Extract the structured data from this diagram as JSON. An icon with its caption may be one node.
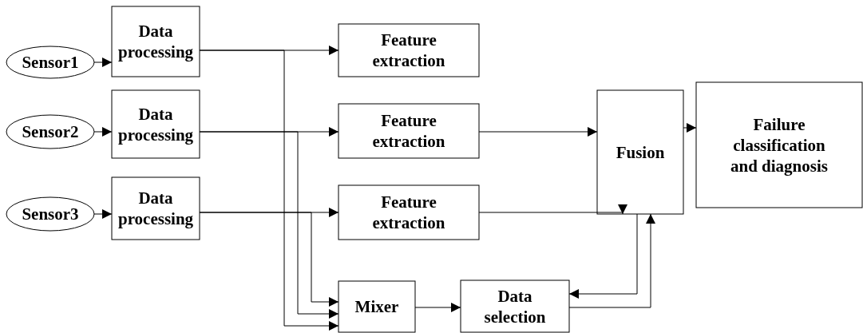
{
  "diagram": {
    "nodes": [
      {
        "text": [
          "Sensor1"
        ]
      },
      {
        "text": [
          "Data processing"
        ]
      },
      {
        "text": [
          "Feature extraction"
        ]
      },
      {
        "text": [
          "Sensor2"
        ]
      },
      {
        "text": [
          "Data processing"
        ]
      },
      {
        "text": [
          "Feature extraction"
        ]
      },
      {
        "text": [
          "Fusion"
        ]
      },
      {
        "text": [
          "Failure classification and diagnosis"
        ]
      },
      {
        "text": [
          "Sensor3"
        ]
      },
      {
        "text": [
          "Data processing"
        ]
      },
      {
        "text": [
          "Feature extraction"
        ]
      },
      {
        "text": [
          "Mixer"
        ]
      },
      {
        "text": [
          "Data selection"
        ]
      }
    ],
    "edges": [
      {
        "from": 0,
        "to": 1,
        "arrow": "to"
      },
      {
        "from": 3,
        "to": 4,
        "arrow": "to"
      },
      {
        "from": 8,
        "to": 9,
        "arrow": "to"
      },
      {
        "from": 1,
        "to": 2,
        "arrow": "to"
      },
      {
        "from": 4,
        "to": 5,
        "arrow": "to"
      },
      {
        "from": 9,
        "to": 10,
        "arrow": "to"
      },
      {
        "from": 1,
        "to": 11,
        "arrow": "to"
      },
      {
        "from": 4,
        "to": 11,
        "arrow": "to"
      },
      {
        "from": 9,
        "to": 11,
        "arrow": "to"
      },
      {
        "from": 5,
        "to": 6,
        "arrow": "to"
      },
      {
        "from": 10,
        "to": 6,
        "arrow": "to"
      },
      {
        "from": 6,
        "to": 7,
        "arrow": "to"
      },
      {
        "from": 11,
        "to": 12,
        "arrow": "to"
      },
      {
        "from": 6,
        "to": 12,
        "arrow": "to"
      },
      {
        "from": 12,
        "to": 6,
        "arrow": "to"
      }
    ]
  }
}
